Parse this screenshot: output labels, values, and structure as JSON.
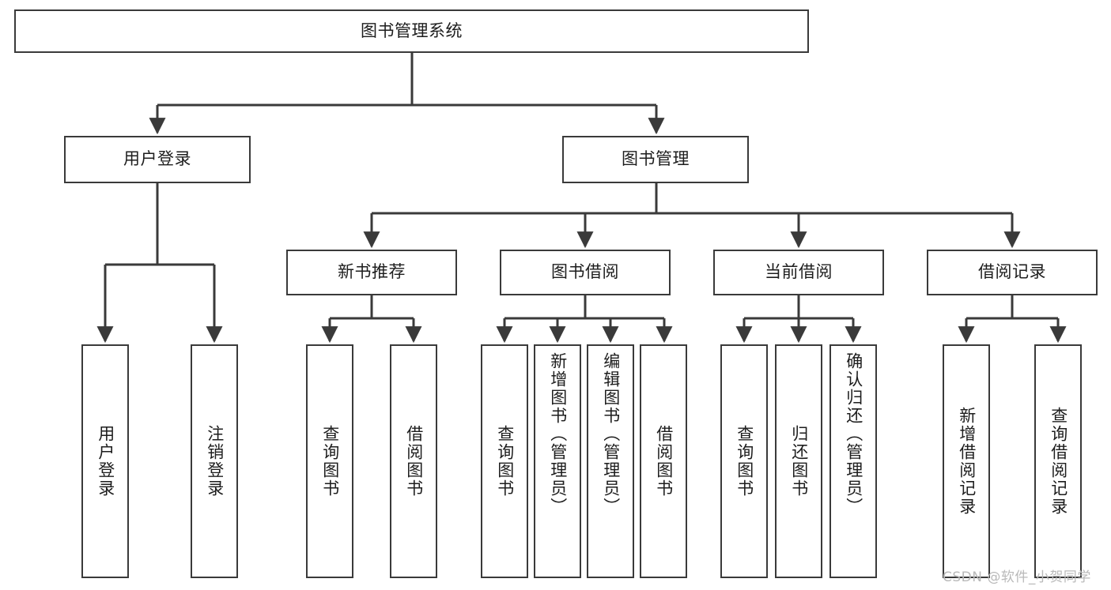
{
  "diagram": {
    "root": {
      "label": "图书管理系统"
    },
    "level2": [
      {
        "label": "用户登录"
      },
      {
        "label": "图书管理"
      }
    ],
    "level3": [
      {
        "label": "新书推荐"
      },
      {
        "label": "图书借阅"
      },
      {
        "label": "当前借阅"
      },
      {
        "label": "借阅记录"
      }
    ],
    "leaves": {
      "user_login": [
        {
          "label": "用户登录"
        },
        {
          "label": "注销登录"
        }
      ],
      "new_book_recommend": [
        {
          "label": "查询图书"
        },
        {
          "label": "借阅图书"
        }
      ],
      "book_borrow": [
        {
          "label": "查询图书"
        },
        {
          "label": "新增图书（管理员）"
        },
        {
          "label": "编辑图书（管理员）"
        },
        {
          "label": "借阅图书"
        }
      ],
      "current_borrow": [
        {
          "label": "查询图书"
        },
        {
          "label": "归还图书"
        },
        {
          "label": "确认归还（管理员）"
        }
      ],
      "borrow_record": [
        {
          "label": "新增借阅记录"
        },
        {
          "label": "查询借阅记录"
        }
      ]
    }
  },
  "watermark": {
    "text": "CSDN @软件_小贺同学"
  },
  "colors": {
    "stroke": "#3a3a3a",
    "text": "#1d1d1d",
    "background": "#ffffff",
    "watermark": "#b9b9b9"
  }
}
